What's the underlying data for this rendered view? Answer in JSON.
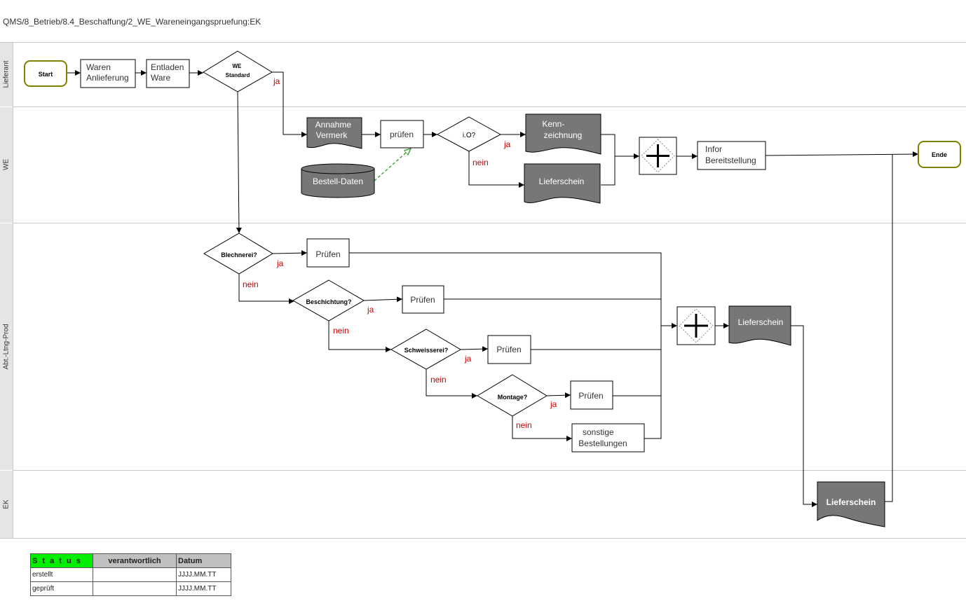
{
  "breadcrumb": "QMS/8_Betrieb/8.4_Beschaffung/2_WE_Wareneingangspruefung:EK",
  "lanes": [
    "Lieferant",
    "WE",
    "Abt.-Ltng-Prod",
    "EK"
  ],
  "nodes": {
    "start": "Start",
    "waren": [
      "Waren",
      "Anlieferung"
    ],
    "entladen": [
      "Entladen",
      "Ware"
    ],
    "we_standard": [
      "WE",
      "Standard"
    ],
    "annahme": [
      "Annahme",
      "Vermerk"
    ],
    "pruefen_we": "prüfen",
    "bestell": "Bestell-Daten",
    "io": "i.O?",
    "kenn": [
      "Kenn-",
      "zeichnung"
    ],
    "lieferschein_we": "Lieferschein",
    "infor": [
      "Infor",
      "Bereitstellung"
    ],
    "ende": "Ende",
    "blechnerei": "Blechnerei?",
    "pruefen1": "Prüfen",
    "beschichtung": "Beschichtung?",
    "pruefen2": "Prüfen",
    "schweisserei": "Schweisserei?",
    "pruefen3": "Prüfen",
    "montage": "Montage?",
    "pruefen4": "Prüfen",
    "sonstige": [
      "sonstige",
      "Bestellungen"
    ],
    "lieferschein_prod": "Lieferschein",
    "lieferschein_ek": "Lieferschein"
  },
  "edge_labels": {
    "yes": "ja",
    "no": "nein"
  },
  "status_table": {
    "headers": [
      "S t a t u s",
      "verantwortlich",
      "Datum"
    ],
    "rows": [
      [
        "erstellt",
        "",
        "JJJJ.MM.TT"
      ],
      [
        "geprüft",
        "",
        "JJJJ.MM.TT"
      ]
    ]
  },
  "colors": {
    "doc_fill": "#777777",
    "start_stroke": "#808000",
    "label_red": "#cc0000",
    "assoc_green": "#2a9a2a"
  }
}
